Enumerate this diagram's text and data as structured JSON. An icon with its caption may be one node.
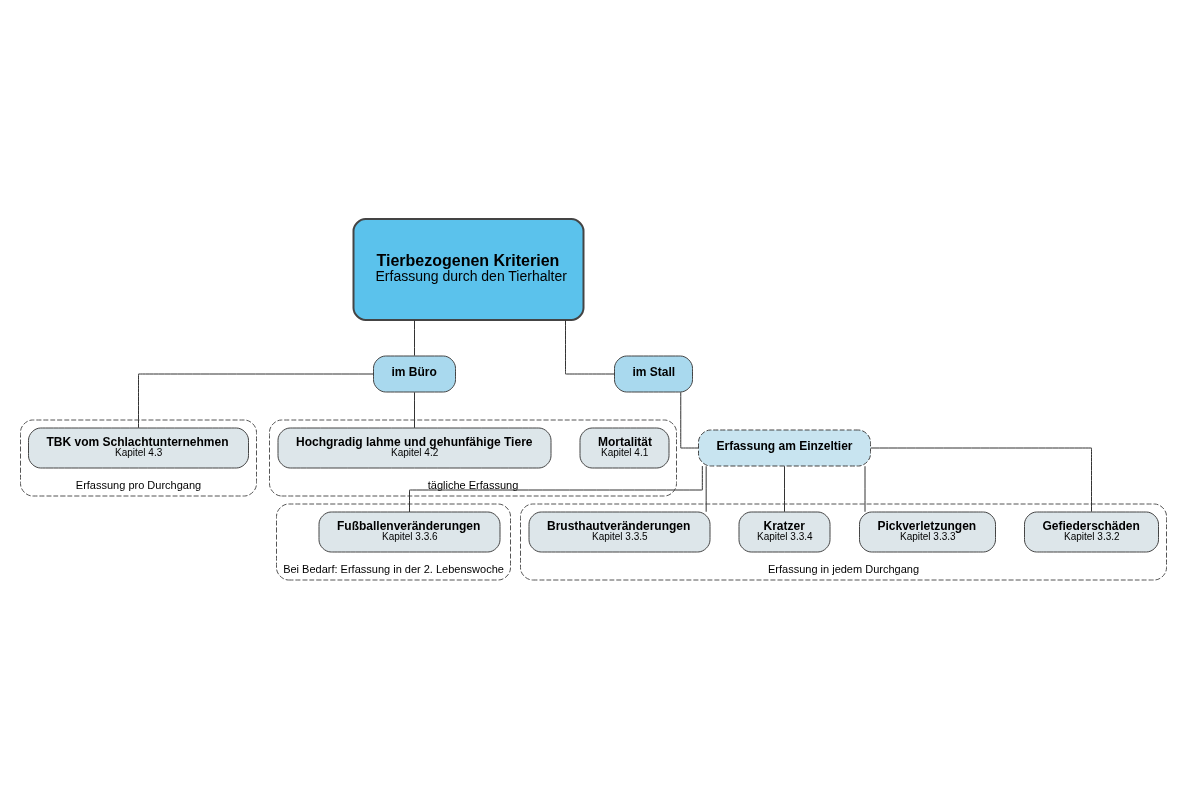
{
  "diagram": {
    "nodes": [
      {
        "text": [
          "Tierbezogenen Kriterien",
          "Erfassung durch den Tierhalter"
        ]
      },
      {
        "text": [
          "im Büro"
        ]
      },
      {
        "text": [
          "im Stall"
        ]
      },
      {
        "text": [
          "Erfassung pro Durchgang"
        ]
      },
      {
        "text": [
          "TBK vom Schlachtunternehmen",
          "Kapitel 4.3"
        ],
        "in": 3
      },
      {
        "text": [
          "tägliche Erfassung"
        ]
      },
      {
        "text": [
          "Mortalität",
          "Kapitel 4.1"
        ],
        "in": 5
      },
      {
        "text": [
          "Hochgradig lahme und gehunfähige Tiere",
          "Kapitel 4.2"
        ],
        "in": 5
      },
      {
        "text": [
          "Erfassung am Einzeltier"
        ]
      },
      {
        "text": [
          "Bei Bedarf: Erfassung in der 2. Lebenswoche"
        ]
      },
      {
        "text": [
          "Fußballenveränderungen",
          "Kapitel 3.3.6"
        ],
        "in": 9
      },
      {
        "text": [
          "Erfassung in jedem Durchgang"
        ]
      },
      {
        "text": [
          "Gefiederschäden",
          "Kapitel 3.3.2"
        ],
        "in": 11
      },
      {
        "text": [
          "Pickverletzungen",
          "Kapitel 3.3.3"
        ],
        "in": 11
      },
      {
        "text": [
          "Kratzer",
          "Kapitel 3.3.4"
        ],
        "in": 11
      },
      {
        "text": [
          "Brusthautveränderungen",
          "Kapitel 3.3.5"
        ],
        "in": 11
      }
    ],
    "edges": [
      {
        "from": 0,
        "to": 1,
        "arrow": "none"
      },
      {
        "from": 0,
        "to": 2,
        "arrow": "none"
      },
      {
        "from": 1,
        "to": 4,
        "arrow": "none"
      },
      {
        "from": 1,
        "to": 7,
        "arrow": "none"
      },
      {
        "from": 2,
        "to": 8,
        "arrow": "none"
      },
      {
        "from": 8,
        "to": 12,
        "arrow": "none"
      },
      {
        "from": 8,
        "to": 13,
        "arrow": "none"
      },
      {
        "from": 8,
        "to": 14,
        "arrow": "none"
      },
      {
        "from": 8,
        "to": 15,
        "arrow": "none"
      },
      {
        "from": 8,
        "to": 10,
        "arrow": "none"
      }
    ]
  }
}
